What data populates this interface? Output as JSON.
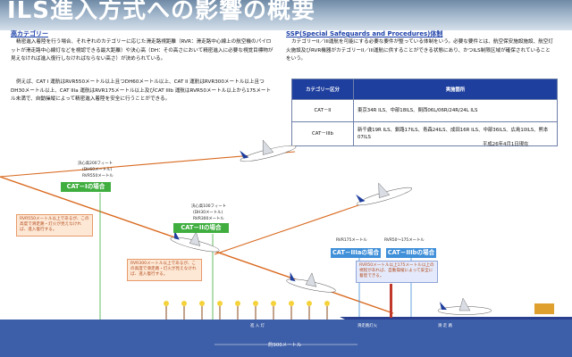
{
  "header": {
    "title": "ILS進入方式への影響の概要"
  },
  "left": {
    "title": "高カテゴリー",
    "p1": "精密進入着陸を行う場合、それぞれのカテゴリーに応じた滑走路視距離（RVR：滑走路中心線上の航空機のパイロットが滑走路中心線灯などを視認できる最大距離）や決心高（DH：その高さにおいて精密進入に必要な視覚目標物が見えなければ進入復行しなければならない高さ）が決められている。",
    "p2": "例えば、CAT I 運航はRVR550メートル以上且つDH60メートル以上、CAT II 運航はRVR300メートル以上且つDH30メートル以上、CAT IIIa 運航はRVR175メートル以上及びCAT IIIb 運航はRVR50メートル以上から175メートル未満で、自動操縦によって精密進入着陸を安全に行うことができる。"
  },
  "right": {
    "title": "SSP(Special Safeguards and Procedures)体制",
    "p1": "カテゴリーII／III運航を可能にする必要な要件が整っている体制をいう。必要な要件とは、航空保安施設施設、航空灯火施設及びRVR機器がカテゴリーII／III運航に供することができる状態にあり、かつILS制限区域が確保されていることをいう。",
    "table": {
      "headers": [
        "カテゴリー区分",
        "実施箇所"
      ],
      "rows": [
        {
          "cat": "CAT－II",
          "places": "東京34R ILS、中部18ILS、関西06L/06R/24R/24L ILS"
        },
        {
          "cat": "CAT－IIIb",
          "places": "新千歳19R ILS、釧路17ILS、青森24ILS、成田16R ILS、中部36ILS、広島10ILS、熊本07ILS"
        }
      ]
    },
    "date": "平成26年4月1日現在"
  },
  "diagram": {
    "cat1": {
      "box": "CAT－Iの場合",
      "l1": "決心高200フィート",
      "l2": "(DH60メートル)",
      "l3": "RVR550メートル",
      "note": "RVR550メートル以上であるが、この高度で滑走路・灯火が見えなければ、進入復行する。"
    },
    "cat2": {
      "box": "CAT－IIの場合",
      "l1": "決心高100フィート",
      "l2": "(DH30メートル)",
      "l3": "RVR300メートル",
      "note": "RVR300メートル以上であるが、この高度で滑走路・灯火が見えなければ、進入復行する。"
    },
    "cat3a": {
      "box": "CAT－IIIaの場合",
      "l1": "RVR175メートル"
    },
    "cat3b": {
      "box": "CAT－IIIbの場合",
      "l1": "RVR50〜175メートル",
      "note": "RVR50メートル以上175メートル以上の視程があれば、自動操縦によって安全に着陸できる。"
    },
    "ground": {
      "approach": "進 入 灯",
      "runway_edge": "滑走路灯火",
      "runway": "滑 走 路",
      "distance": "約900メートル"
    }
  },
  "colors": {
    "accent": "#1f3f9e",
    "approach_line": "#d9691f",
    "cat_green": "#3fae3f",
    "cat_blue": "#3f8fd9",
    "ground": "#2a3f8f"
  }
}
